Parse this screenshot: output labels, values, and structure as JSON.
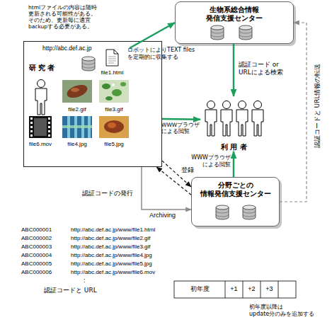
{
  "diagram": {
    "nodes": [
      {
        "text": [
          "生物系総合情報 発信支援センター"
        ]
      },
      {
        "text": [
          "http://abc.def.ac.jp"
        ]
      },
      {
        "text": [
          "研 究 者"
        ],
        "in": 1
      },
      {
        "text": [
          "file1.html"
        ],
        "in": 1
      },
      {
        "text": [
          "file2.gif"
        ],
        "in": 1
      },
      {
        "text": [
          "file3.gif"
        ],
        "in": 1
      },
      {
        "text": [
          "file6.mov"
        ],
        "in": 1
      },
      {
        "text": [
          "file4.jpg"
        ],
        "in": 1
      },
      {
        "text": [
          "file5.jpg"
        ],
        "in": 1
      },
      {
        "text": [
          "利 用 者"
        ]
      },
      {
        "text": [
          "分野ごとの 情報発信支援センター"
        ]
      }
    ],
    "edges": [
      {
        "from": 3,
        "to": 0,
        "arrow": "to",
        "label": "ロボットによりTEXT files を定期的に収集する"
      },
      {
        "from": 0,
        "to": 9,
        "arrow": "to",
        "label": "認証コード or URLによる検索"
      },
      {
        "from": 1,
        "to": 9,
        "arrow": "to",
        "label": "WWWブラウザ による閲覧"
      },
      {
        "from": 10,
        "to": 9,
        "arrow": "to",
        "label": "WWWブラウザ による閲覧"
      },
      {
        "from": 10,
        "to": 0,
        "arrow": "to",
        "label": "認証コードと URL情報の転送"
      },
      {
        "from": 1,
        "to": 10,
        "arrow": "to",
        "label": "登録"
      },
      {
        "from": 10,
        "to": 1,
        "arrow": "to",
        "label": "認証コードの発行"
      },
      {
        "from": 1,
        "to": 10,
        "arrow": "to",
        "label": "Archiving"
      }
    ],
    "labels": [
      "htmlファイルの内容は随時 更新される可能性がある。 そのため、更新毎に適宜 backupする必要がある。",
      "ABC000001",
      "http://abc.def.ac.jp/www/file1.html",
      "ABC000002",
      "http://abc.def.ac.jp/www/file2.gif",
      "ABC000003",
      "http://abc.def.ac.jp/www/file3.gif",
      "ABC000004",
      "http://abc.def.ac.jp/www/file4.jpg",
      "ABC000005",
      "http://abc.def.ac.jp/www/file5.jpg",
      "ABC000006",
      "http://abc.def.ac.jp/www/file6.mov",
      ":",
      "認証コードと URL",
      "初年度",
      "+1",
      "+2",
      "+3",
      "初年度以降は update分のみを追加する"
    ]
  }
}
